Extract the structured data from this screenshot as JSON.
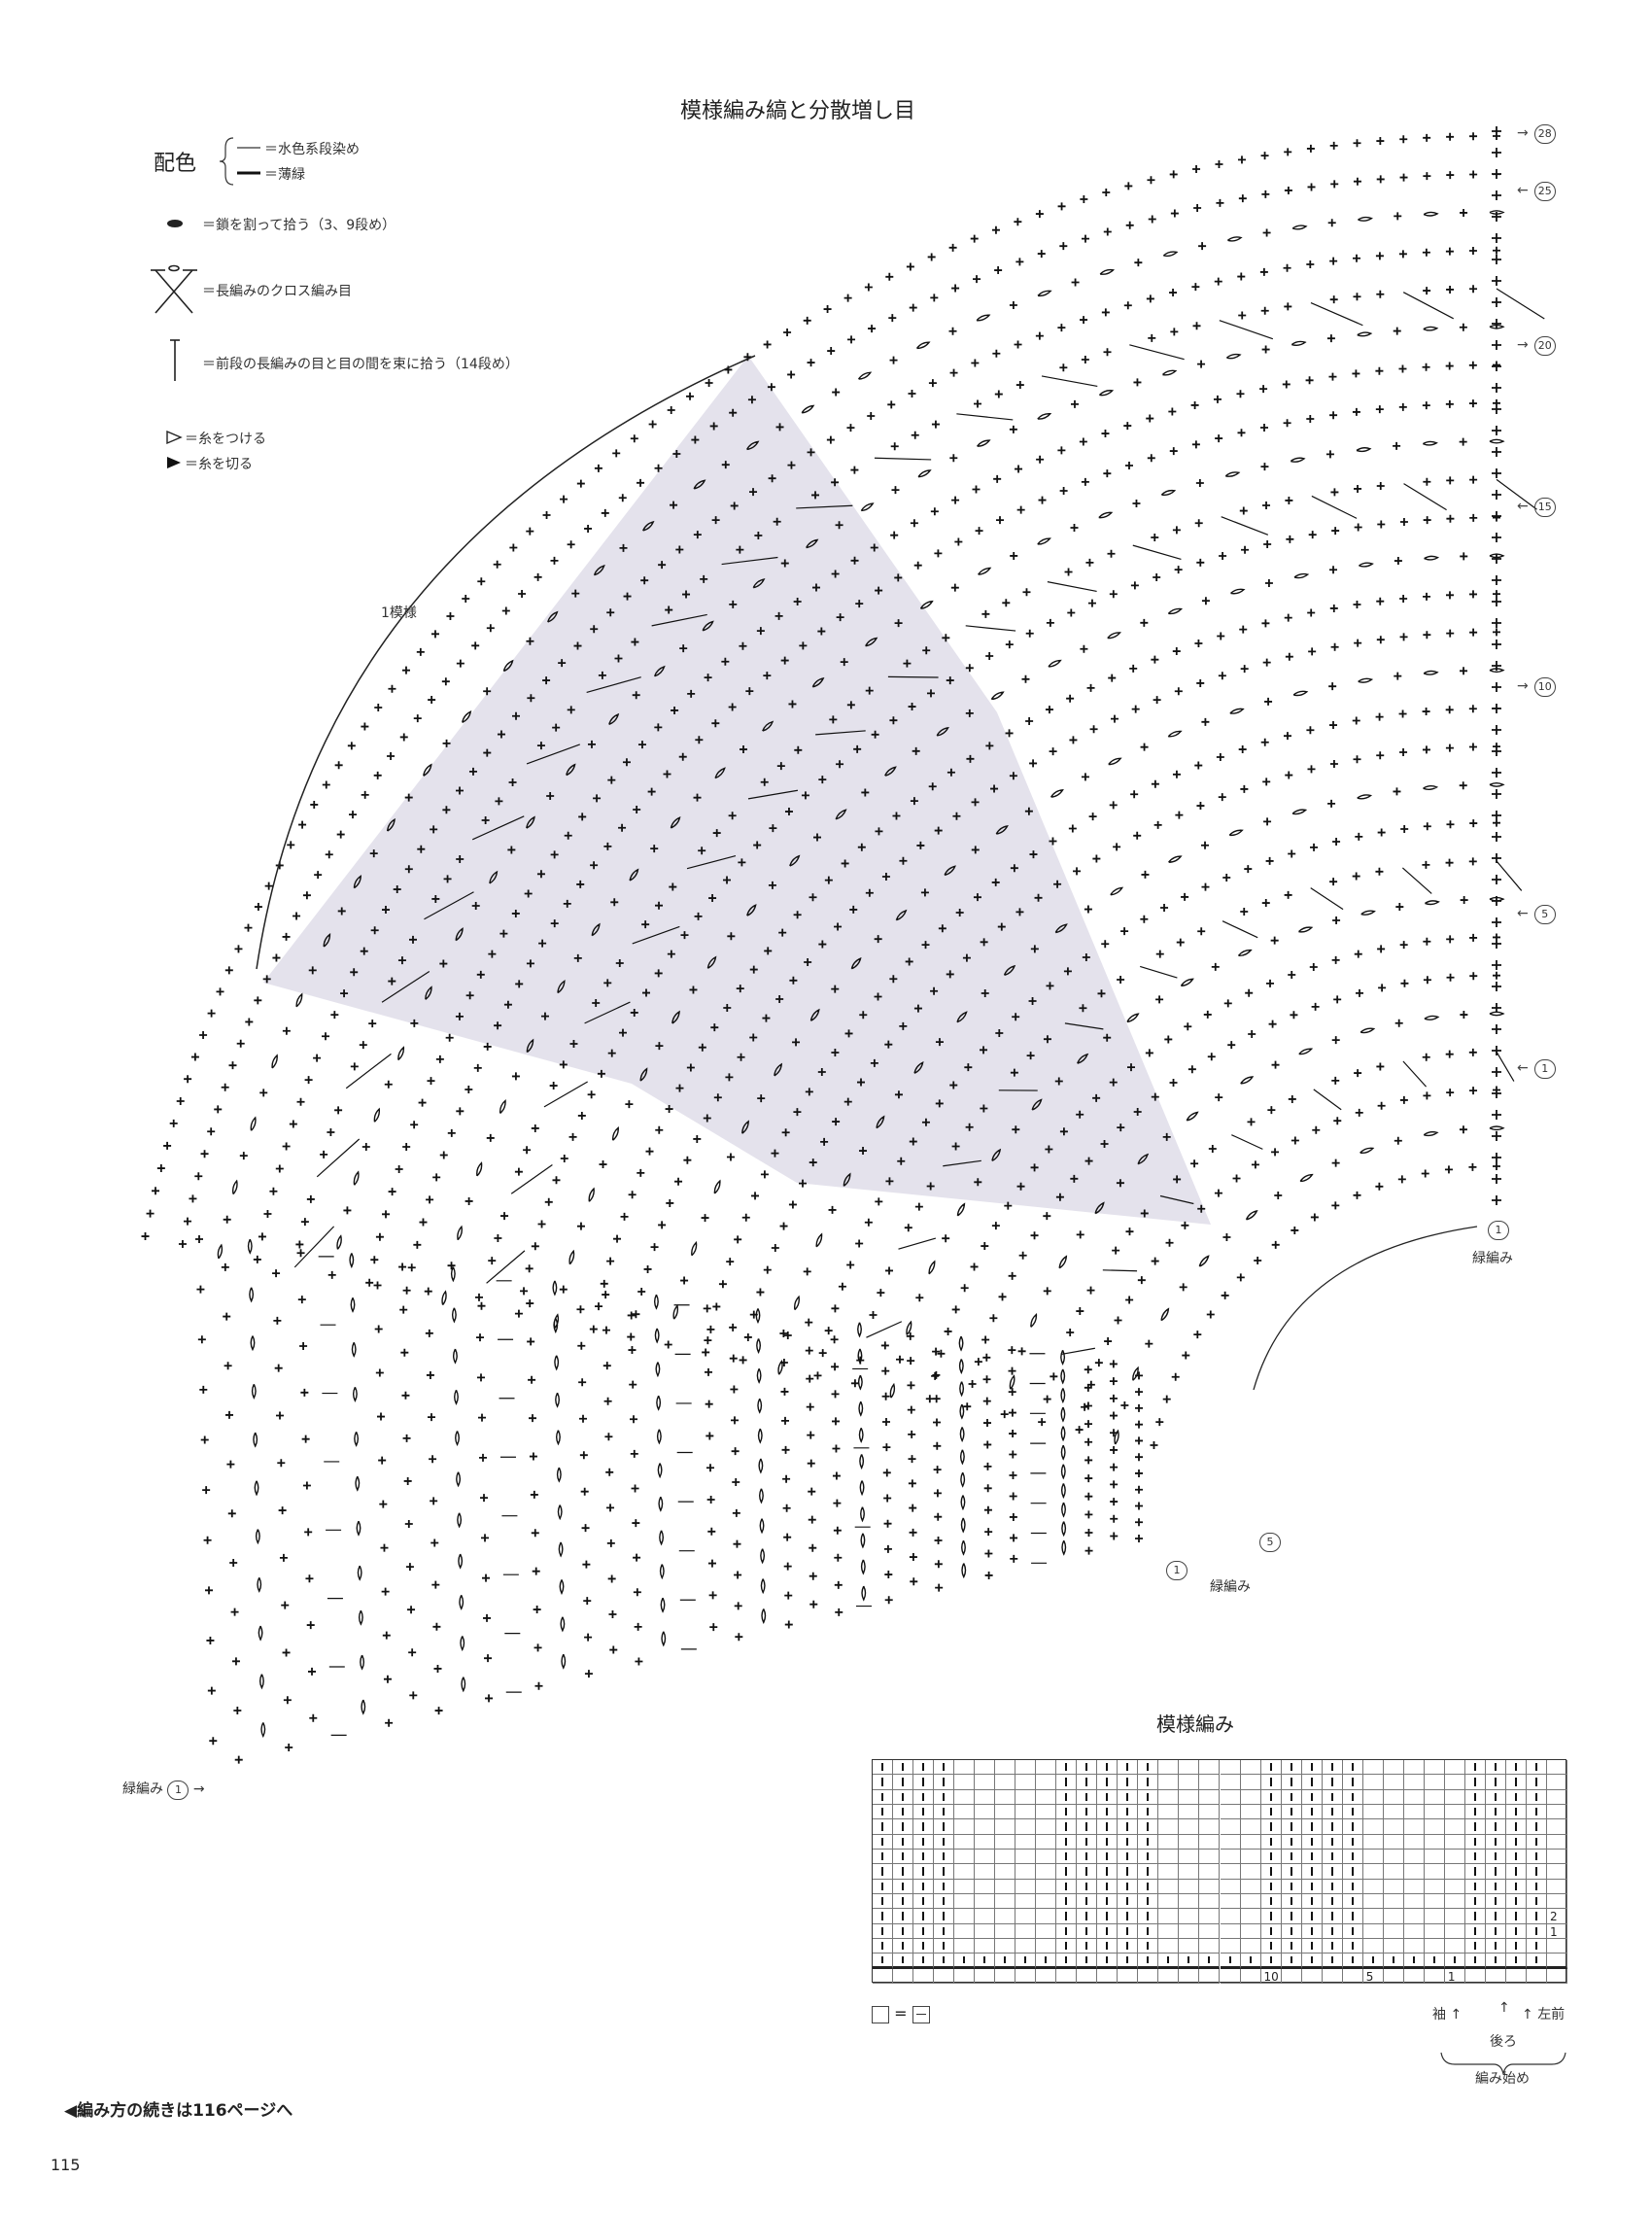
{
  "title": "模様編み縞と分散増し目",
  "legend": {
    "color_label": "配色",
    "colors": [
      {
        "label": "＝水色系段染め"
      },
      {
        "label": "＝薄緑"
      }
    ],
    "symbols": [
      {
        "icon": "split-chain-icon",
        "label": "＝鎖を割って拾う（3、9段め）"
      },
      {
        "icon": "crossed-double-crochet-icon",
        "label": "＝長編みのクロス編み目"
      },
      {
        "icon": "double-crochet-space-icon",
        "label": "＝前段の長編みの目と目の間を束に拾う（14段め）"
      },
      {
        "icon": "join-yarn-icon",
        "label": "＝糸をつける"
      },
      {
        "icon": "cut-yarn-icon",
        "label": "＝糸を切る"
      }
    ]
  },
  "diagram": {
    "repeat_label": "1模様",
    "row_markers": [
      {
        "num": "28",
        "arrow": "→"
      },
      {
        "num": "25",
        "arrow": "←"
      },
      {
        "num": "20",
        "arrow": "→"
      },
      {
        "num": "15",
        "arrow": "←"
      },
      {
        "num": "10",
        "arrow": "→"
      },
      {
        "num": "5",
        "arrow": "←"
      },
      {
        "num": "1",
        "arrow": "←"
      }
    ],
    "edge_right": {
      "num": "1",
      "label": "緑編み"
    },
    "edge_lower": {
      "num1": "1",
      "num5": "5",
      "label": "緑編み"
    },
    "edge_left": {
      "label": "緑編み",
      "num": "1",
      "arrow": "→"
    },
    "shade_color": "#e4e2ec"
  },
  "chart": {
    "title": "模様編み",
    "col_numbers": {
      "c10": "10",
      "c5": "5",
      "c1": "1"
    },
    "row_numbers": {
      "r2": "2",
      "r1": "1"
    },
    "key_eq": "=",
    "labels": {
      "sleeve": "袖",
      "left_front": "左前",
      "back": "後ろ",
      "start": "編み始め"
    }
  },
  "footer": {
    "continue": "◀編み方の続きは116ページへ",
    "page": "115"
  }
}
